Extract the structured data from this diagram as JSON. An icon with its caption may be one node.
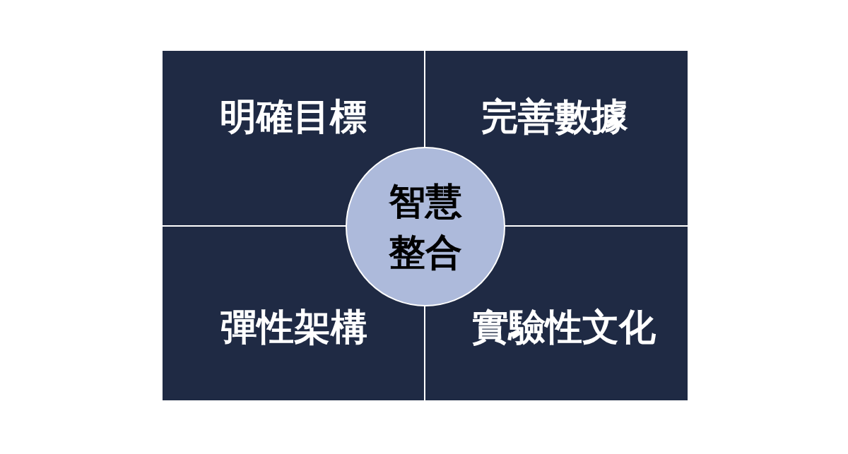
{
  "diagram": {
    "nodes": [
      {
        "text": [
          "明確目標"
        ]
      },
      {
        "text": [
          "完善數據"
        ]
      },
      {
        "text": [
          "智慧整合"
        ]
      },
      {
        "text": [
          "彈性架構"
        ]
      },
      {
        "text": [
          "實驗性文化"
        ]
      }
    ]
  }
}
